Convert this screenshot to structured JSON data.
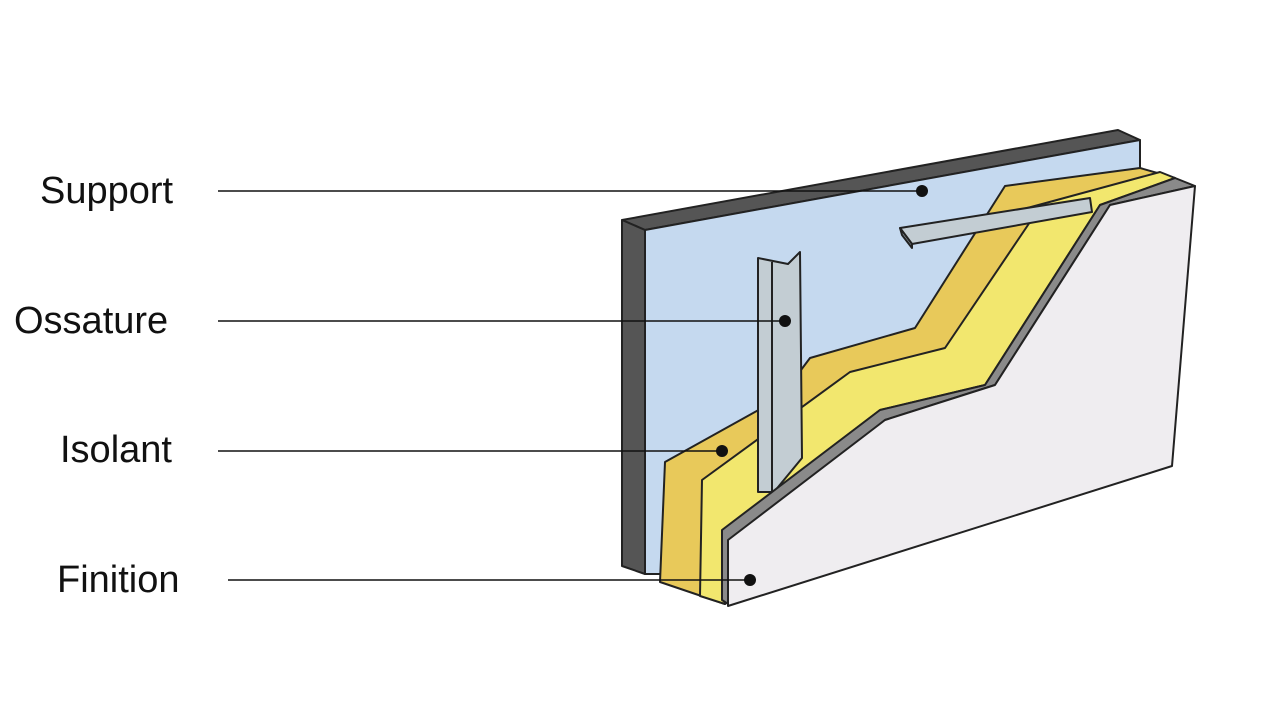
{
  "labels": {
    "support": "Support",
    "ossature": "Ossature",
    "isolant": "Isolant",
    "finition": "Finition"
  },
  "colors": {
    "support_face": "#c5d9ef",
    "support_edge": "#555555",
    "insulation_outer": "#e8c95a",
    "insulation_inner": "#f2e76e",
    "frame": "#c3cdd3",
    "finish_face": "#efedf0",
    "finish_edge": "#8a8a8a",
    "line": "#111111"
  }
}
